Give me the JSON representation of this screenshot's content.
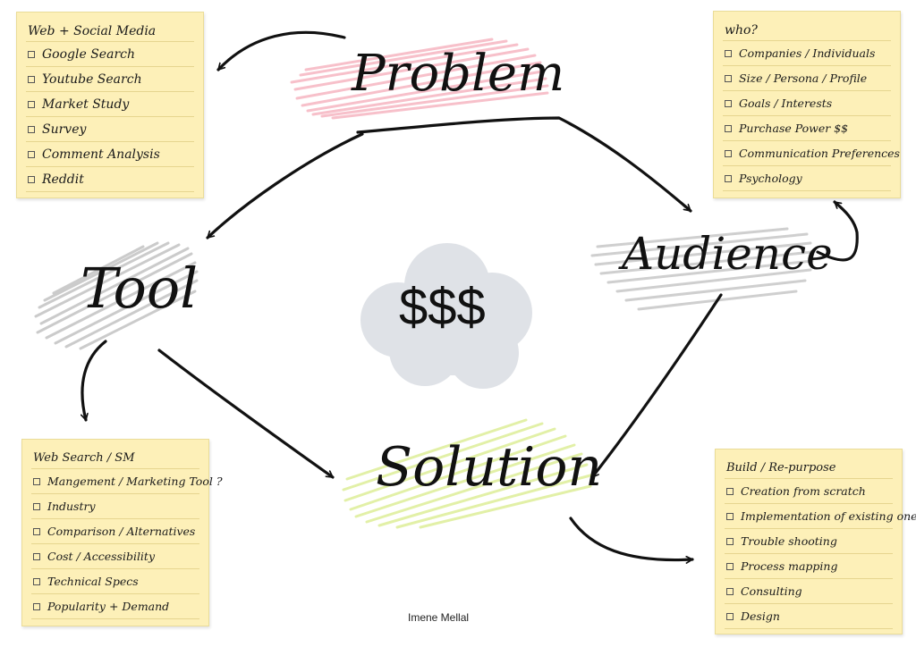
{
  "nodes": {
    "problem": "Problem",
    "tool": "Tool",
    "audience": "Audience",
    "solution": "Solution",
    "money": "$$$"
  },
  "notes": {
    "research": {
      "title": "Web + Social Media",
      "items": [
        "Google Search",
        "Youtube Search",
        "Market Study",
        "Survey",
        "Comment Analysis",
        "Reddit"
      ]
    },
    "audience": {
      "title": "who?",
      "items": [
        "Companies / Individuals",
        "Size / Persona / Profile",
        "Goals / Interests",
        "Purchase Power $$",
        "Communication Preferences",
        "Psychology"
      ]
    },
    "tool": {
      "title": "Web Search / SM",
      "items": [
        "Mangement / Marketing Tool ?",
        "Industry",
        "Comparison / Alternatives",
        "Cost / Accessibility",
        "Technical Specs",
        "Popularity + Demand"
      ]
    },
    "solution": {
      "title": "Build / Re-purpose",
      "items": [
        "Creation from scratch",
        "Implementation of existing one",
        "Trouble shooting",
        "Process mapping",
        "Consulting",
        "Design"
      ]
    }
  },
  "author": "Imene Mellal",
  "colors": {
    "note_background": "#fdf0b8",
    "problem_highlight": "#f4a6b4",
    "solution_highlight": "#d9ec8a",
    "neutral_highlight": "#a9a9a9",
    "cloud": "#dfe2e7",
    "ink": "#111111"
  }
}
